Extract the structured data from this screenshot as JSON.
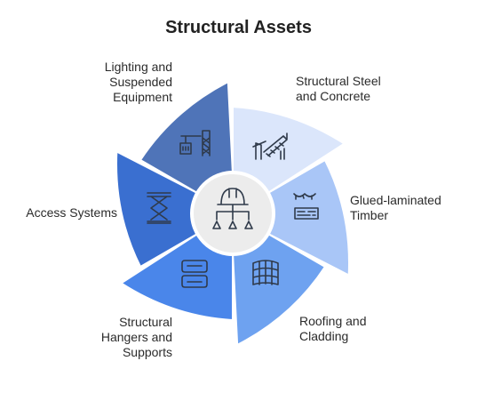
{
  "title": "Structural Assets",
  "segments": [
    {
      "label": "Structural Steel\nand Concrete",
      "icon": "staircase-icon",
      "color": "#dbe6fb"
    },
    {
      "label": "Glued-laminated\nTimber",
      "icon": "timber-beam-icon",
      "color": "#a9c6f7"
    },
    {
      "label": "Roofing and\nCladding",
      "icon": "roof-tiles-icon",
      "color": "#6ea2f0"
    },
    {
      "label": "Structural\nHangers and\nSupports",
      "icon": "hanger-support-icon",
      "color": "#4a86ea"
    },
    {
      "label": "Access Systems",
      "icon": "scissor-lift-icon",
      "color": "#3a6fd0"
    },
    {
      "label": "Lighting and\nSuspended\nEquipment",
      "icon": "lighting-rig-icon",
      "color": "#4f74b8"
    }
  ],
  "center_icon": "hard-hat-hierarchy-icon"
}
